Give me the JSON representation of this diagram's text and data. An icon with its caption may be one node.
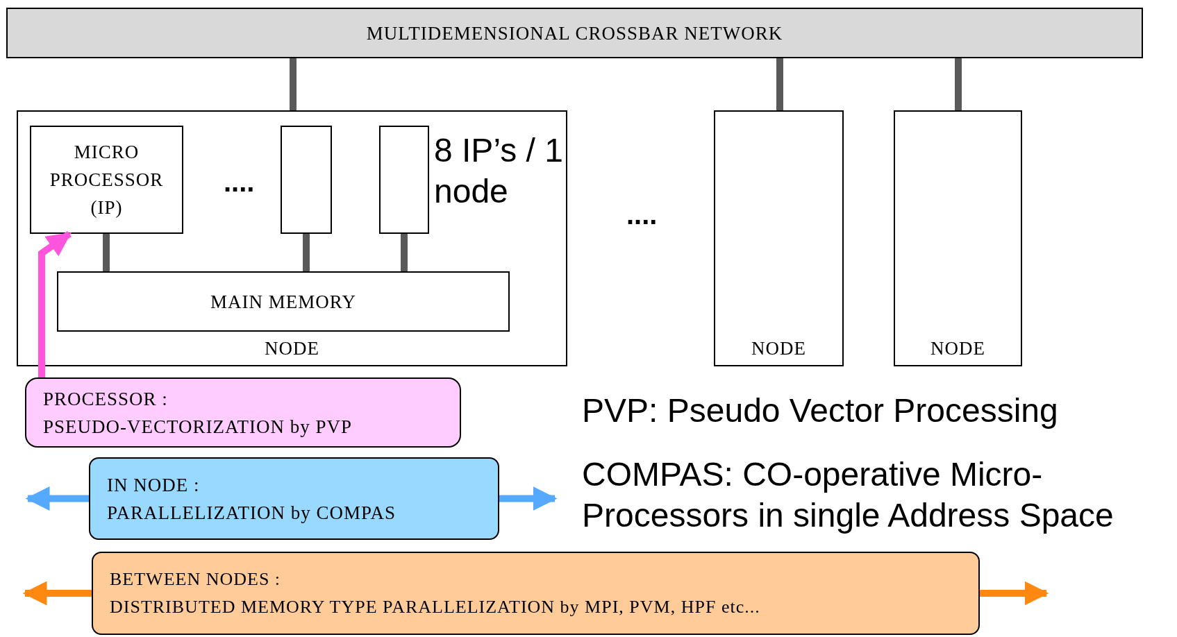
{
  "diagram": {
    "nodes": [
      {
        "text": [
          "MULTIDEMENSIONAL CROSSBAR NETWORK"
        ]
      },
      {
        "text": [
          "NODE"
        ]
      },
      {
        "text": [
          "MICRO PROCESSOR (IP)"
        ],
        "in": 1
      },
      {
        "text": [],
        "shape": "box",
        "in": 1
      },
      {
        "text": [],
        "shape": "box",
        "in": 1
      },
      {
        "text": [
          "MAIN MEMORY"
        ],
        "in": 1
      },
      {
        "text": [
          "NODE"
        ]
      },
      {
        "text": [
          "NODE"
        ]
      },
      {
        "text": [
          "PROCESSOR :",
          "PSEUDO-VECTORIZATION by PVP"
        ]
      },
      {
        "text": [
          "IN NODE :",
          "PARALLELIZATION by COMPAS"
        ]
      },
      {
        "text": [
          "BETWEEN NODES :",
          "DISTRIBUTED MEMORY TYPE PARALLELIZATION by MPI, PVM, HPF etc..."
        ]
      }
    ],
    "edges": [
      {
        "from": 0,
        "to": 1,
        "arrow": "none"
      },
      {
        "from": 0,
        "to": 6,
        "arrow": "none"
      },
      {
        "from": 0,
        "to": 7,
        "arrow": "none"
      },
      {
        "from": 2,
        "to": 5,
        "arrow": "none"
      },
      {
        "from": 3,
        "to": 5,
        "arrow": "none"
      },
      {
        "from": 4,
        "to": 5,
        "arrow": "none"
      },
      {
        "from": 8,
        "to": 2,
        "arrow": "to",
        "color": "#ff55dd"
      },
      {
        "from": 9,
        "to": null,
        "arrow": "to",
        "color": "#55aaff"
      },
      {
        "from": 9,
        "to": null,
        "arrow": "to",
        "color": "#55aaff"
      },
      {
        "from": 10,
        "to": null,
        "arrow": "to",
        "color": "#ff8811"
      },
      {
        "from": 10,
        "to": null,
        "arrow": "to",
        "color": "#ff8811"
      }
    ],
    "labels": [
      "....",
      "8 IP’s / 1 node",
      "....",
      "PVP: Pseudo Vector Processing",
      "COMPAS: CO-operative Micro-Processors in single Address Space"
    ]
  }
}
